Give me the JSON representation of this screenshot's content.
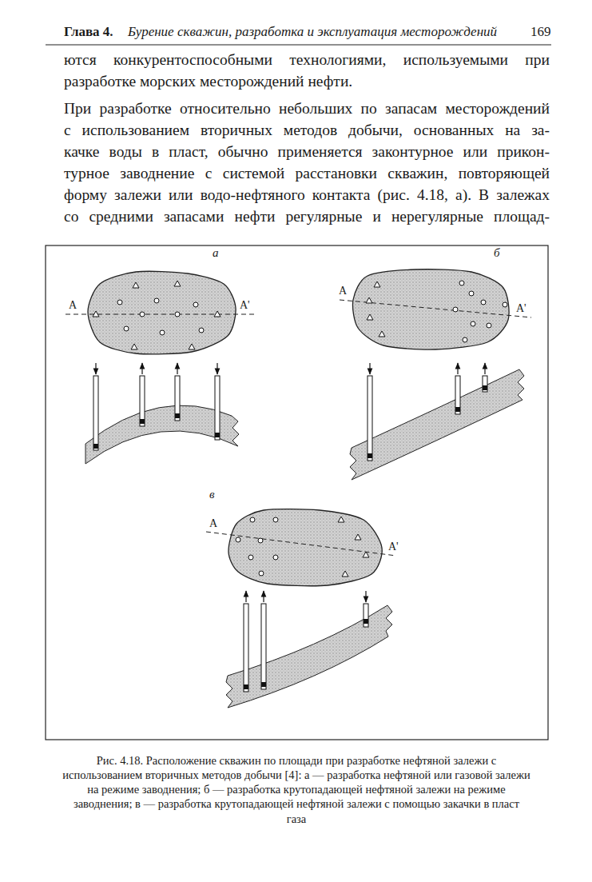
{
  "diagram": {
    "caption": "Рис. 4.18. Расположение скважин по площади при разработке нефтяной залежи с использованием вторичных методов добычи [4]: а — разработка нефтяной или газовой залежи на режиме заводнения; б — разработка крутопадающей нефтяной залежи на режиме заводнения; в — разработка крутопадающей нефтяной залежи с помощью закачки в пласт газа",
    "labels": [
      "Глава 4.",
      "Бурение скважин, разработка и эксплуатация месторождений",
      "169",
      "ются конкурентоспособными технологиями, используемыми при",
      "разработке морских месторождений нефти.",
      "При разработке относительно небольших по запасам месторождений",
      "с использованием вторичных методов добычи, основанных на за-",
      "качке воды в пласт, обычно применяется законтурное или прикон-",
      "турное заводнение с системой расстановки скважин, повторяющей",
      "форму залежи или водо-нефтяного контакта (рис. 4.18, а). В залежах",
      "со средними запасами нефти регулярные и нерегулярные площад-",
      "а",
      "A",
      "A'",
      "б",
      "A",
      "A'",
      "в",
      "A",
      "A'"
    ]
  }
}
